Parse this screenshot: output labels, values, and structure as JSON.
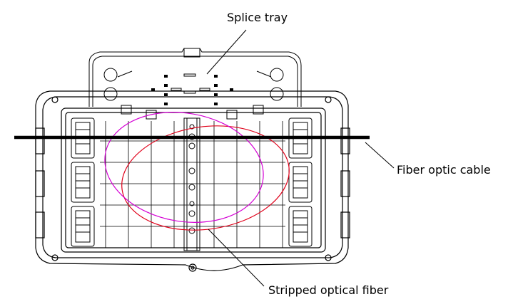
{
  "labels": {
    "splice_tray": "Splice tray",
    "fiber_optic_cable": "Fiber optic cable",
    "stripped_optical_fiber": "Stripped optical fiber"
  },
  "colors": {
    "line": "#000000",
    "fiber_red": "#e0001a",
    "fiber_magenta": "#d400d4",
    "background": "#ffffff"
  }
}
